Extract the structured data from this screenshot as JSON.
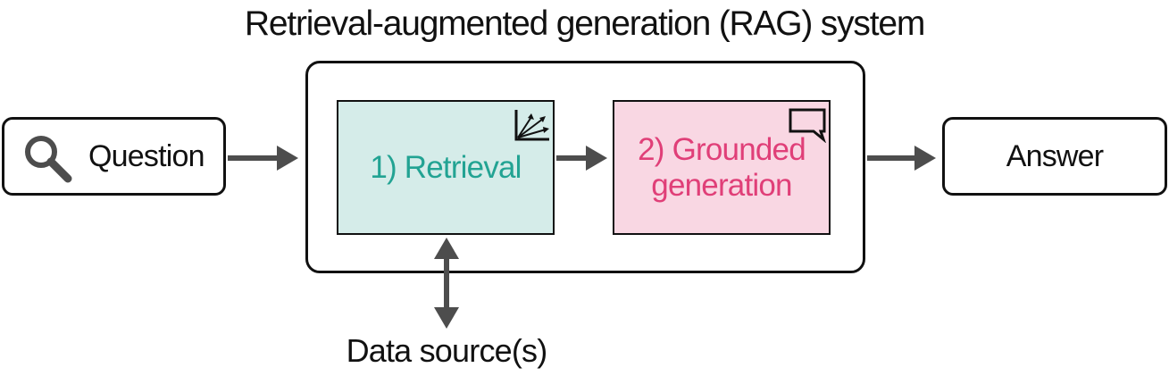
{
  "title": "Retrieval-augmented generation (RAG) system",
  "nodes": {
    "question": {
      "label": "Question",
      "icon": "search-icon"
    },
    "retrieval": {
      "label": "1) Retrieval",
      "icon": "graph-icon",
      "color": "#22a393",
      "fill": "#d5ece9"
    },
    "generation": {
      "label_line1": "2) Grounded",
      "label_line2": "generation",
      "icon": "chat-bubble-icon",
      "color": "#e03f78",
      "fill": "#f9d7e3"
    },
    "answer": {
      "label": "Answer"
    },
    "data_source": {
      "label": "Data source(s)"
    }
  },
  "colors": {
    "arrow": "#4d4d4d",
    "stroke": "#111111"
  }
}
